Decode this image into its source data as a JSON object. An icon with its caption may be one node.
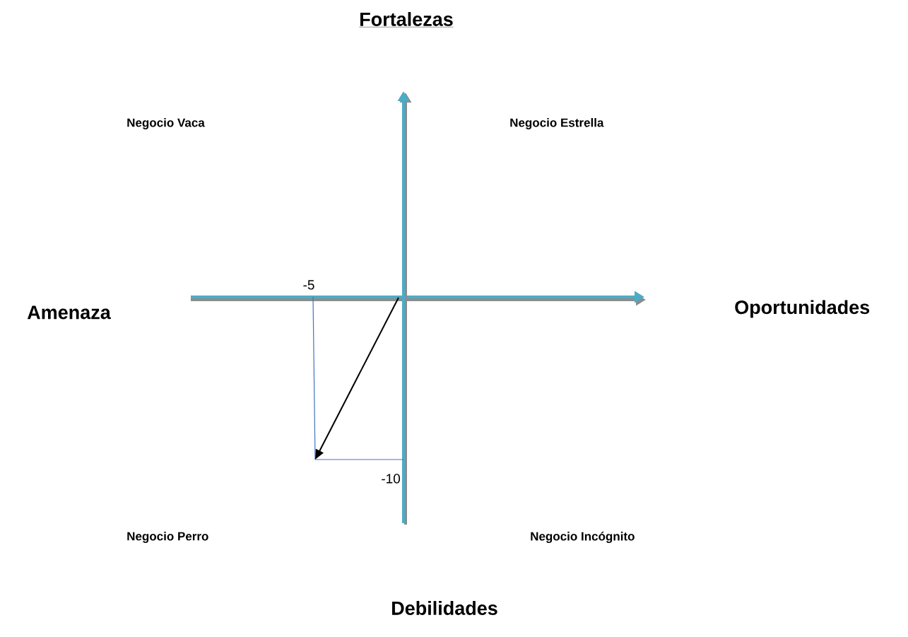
{
  "diagram": {
    "labels": [
      "Fortalezas",
      "Negocio Vaca",
      "Negocio Estrella",
      "-5",
      "Amenaza",
      "Oportunidades",
      "-10",
      "Negocio Perro",
      "Negocio Incógnito",
      "Debilidades"
    ]
  }
}
